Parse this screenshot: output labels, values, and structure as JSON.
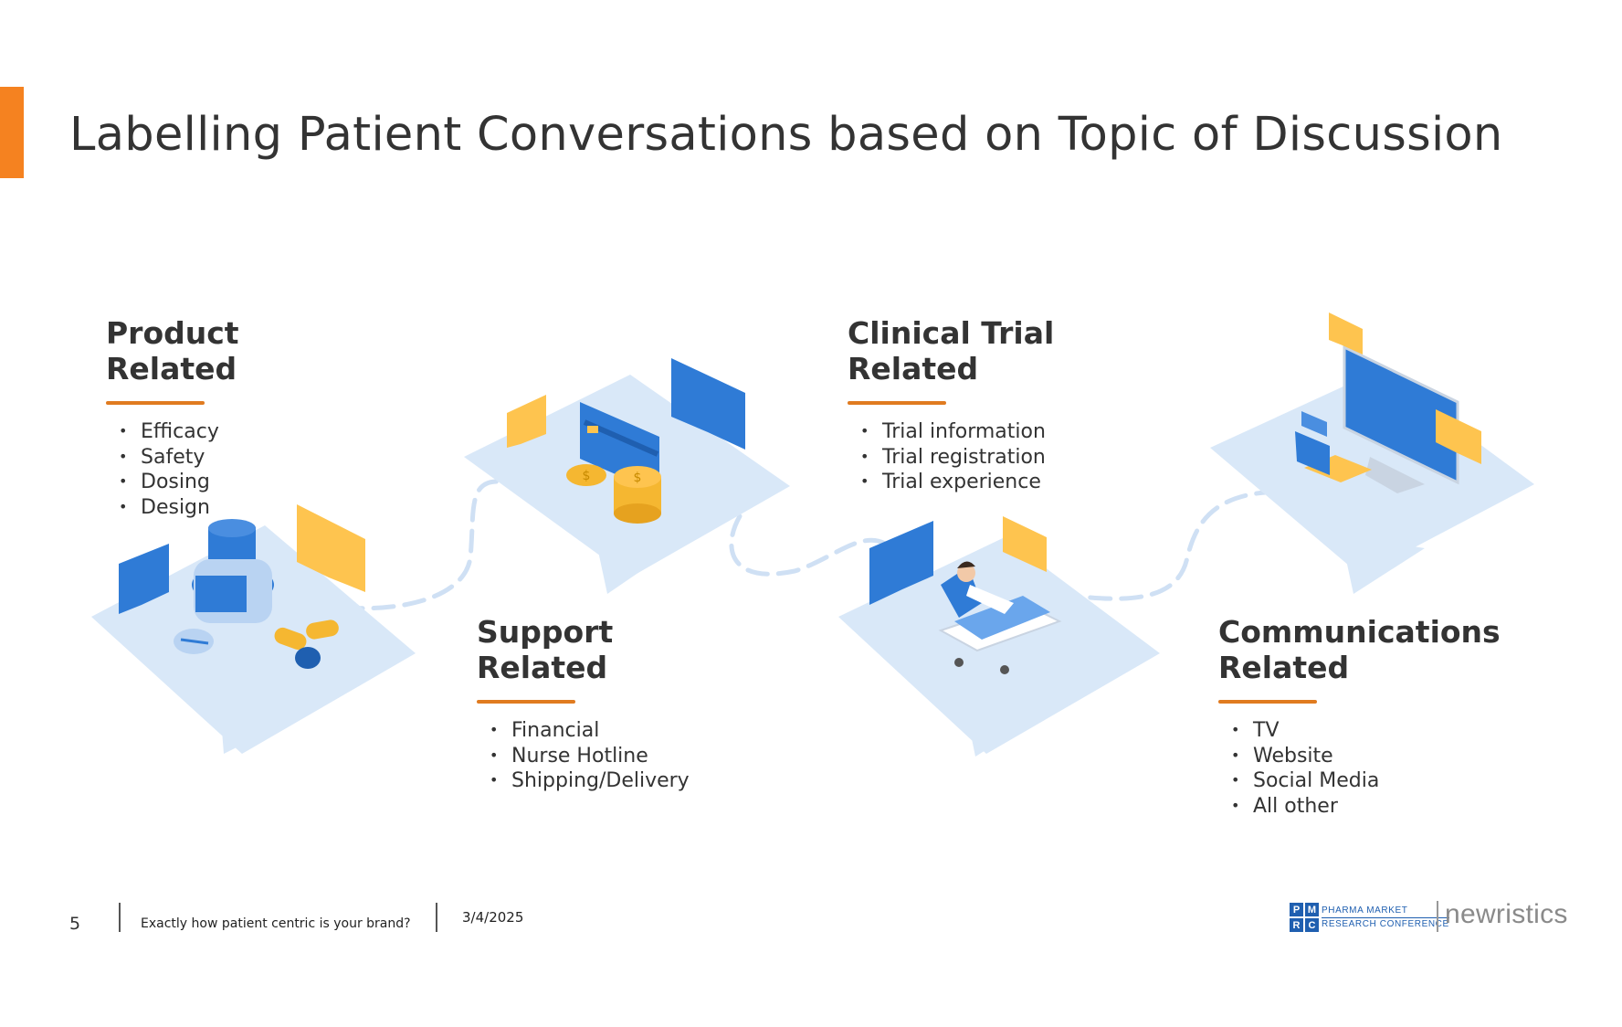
{
  "slide": {
    "title": "Labelling Patient Conversations based on Topic of Discussion",
    "accent_color": "#f58220"
  },
  "sections": [
    {
      "title_line1": "Product",
      "title_line2": "Related",
      "items": [
        "Efficacy",
        "Safety",
        "Dosing",
        "Design"
      ]
    },
    {
      "title_line1": "Support",
      "title_line2": "Related",
      "items": [
        "Financial",
        "Nurse Hotline",
        "Shipping/Delivery"
      ]
    },
    {
      "title_line1": "Clinical Trial",
      "title_line2": "Related",
      "items": [
        "Trial information",
        "Trial registration",
        "Trial experience"
      ]
    },
    {
      "title_line1": "Communications",
      "title_line2": "Related",
      "items": [
        "TV",
        "Website",
        "Social Media",
        "All other"
      ]
    }
  ],
  "illustrations": [
    "medicine-bottle-icon",
    "credit-card-coins-icon",
    "hospital-bed-patient-icon",
    "tv-laptop-icon"
  ],
  "palette": {
    "platform": "#d9e8f8",
    "blue": "#2f7bd6",
    "yellow": "#fec44f",
    "gold": "#f5b731",
    "rule": "#e07b20"
  },
  "footer": {
    "page_number": "5",
    "presentation_title": "Exactly how patient centric is your brand?",
    "date": "3/4/2025"
  },
  "logos": {
    "pmrc_letters": [
      "P",
      "M",
      "R",
      "C"
    ],
    "pmrc_line1": "PHARMA MARKET",
    "pmrc_line2": "RESEARCH CONFERENCE",
    "company": "newristics"
  }
}
